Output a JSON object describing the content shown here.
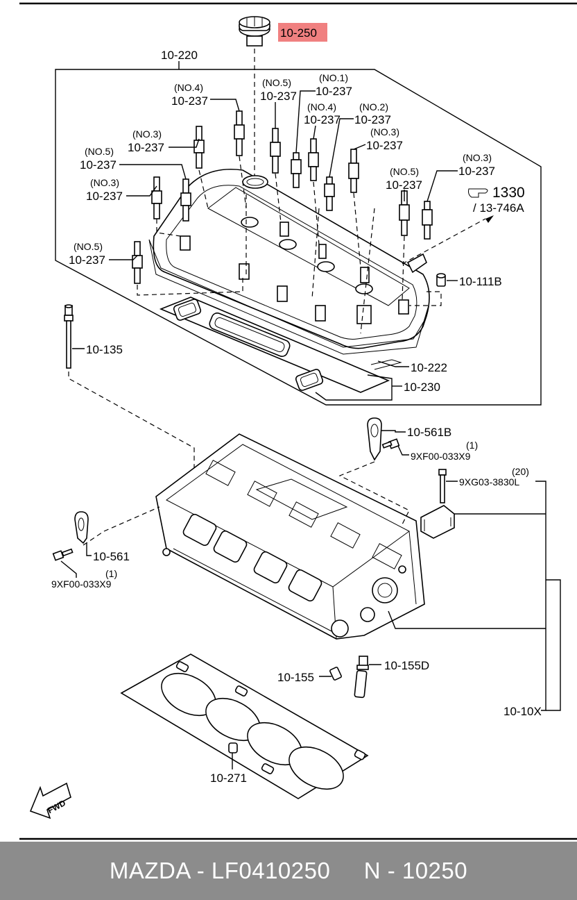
{
  "labels": {
    "oil_cap": "10-250",
    "cover_assy": "10-220",
    "plug_label": "10-237",
    "no1": "(NO.1)",
    "no2": "(NO.2)",
    "no3": "(NO.3)",
    "no4": "(NO.4)",
    "no5": "(NO.5)",
    "ref_1330": "1330",
    "ref_13746": "/ 13-746A",
    "breather": "10-111B",
    "stud": "10-135",
    "gasket_222": "10-222",
    "gasket_230": "10-230",
    "hook_561b": "10-561B",
    "bolt_033x9_right": "9XF00-033X9",
    "qty_right": "(1)",
    "bolt_3830l": "9XG03-3830L",
    "qty_20": "(20)",
    "hook_561": "10-561",
    "bolt_033x9_left": "9XF00-033X9",
    "qty_left": "(1)",
    "plug_155": "10-155",
    "plug_155d": "10-155D",
    "head_assy": "10-10X",
    "head_gasket": "10-271",
    "fwd": "FWD"
  },
  "highlight_color": "#f08080",
  "footer": {
    "text": "MAZDA - LF0410250     N - 10250"
  }
}
